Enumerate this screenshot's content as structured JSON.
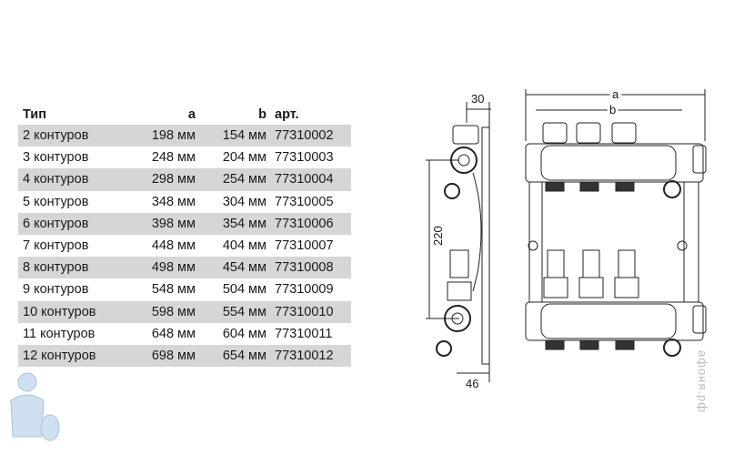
{
  "table": {
    "headers": [
      "Тип",
      "a",
      "b",
      "арт."
    ],
    "rows": [
      [
        "2 контуров",
        "198 мм",
        "154 мм",
        "77310002"
      ],
      [
        "3 контуров",
        "248 мм",
        "204 мм",
        "77310003"
      ],
      [
        "4 контуров",
        "298 мм",
        "254 мм",
        "77310004"
      ],
      [
        "5 контуров",
        "348 мм",
        "304 мм",
        "77310005"
      ],
      [
        "6 контуров",
        "398 мм",
        "354 мм",
        "77310006"
      ],
      [
        "7 контуров",
        "448 мм",
        "404 мм",
        "77310007"
      ],
      [
        "8 контуров",
        "498 мм",
        "454 мм",
        "77310008"
      ],
      [
        "9 контуров",
        "548 мм",
        "504 мм",
        "77310009"
      ],
      [
        "10 контуров",
        "598 мм",
        "554 мм",
        "77310010"
      ],
      [
        "11 контуров",
        "648 мм",
        "604 мм",
        "77310011"
      ],
      [
        "12 контуров",
        "698 мм",
        "654 мм",
        "77310012"
      ]
    ]
  },
  "drawing": {
    "dim_top": "30",
    "dim_height": "220",
    "dim_bottom": "46",
    "dim_a": "a",
    "dim_b": "b"
  },
  "watermark": "афоня.рф"
}
